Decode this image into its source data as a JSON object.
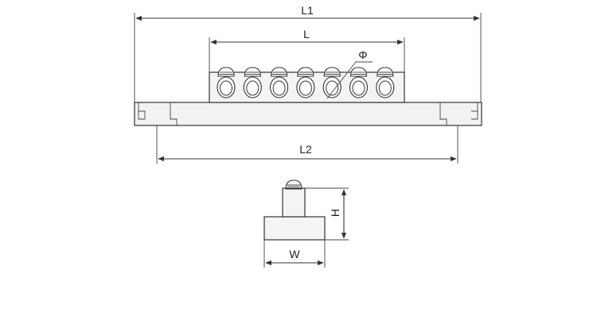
{
  "dimensions": {
    "L1": "L1",
    "L": "L",
    "L2": "L2",
    "phi": "Φ",
    "H": "H",
    "W": "W"
  },
  "terminal_count": 7
}
